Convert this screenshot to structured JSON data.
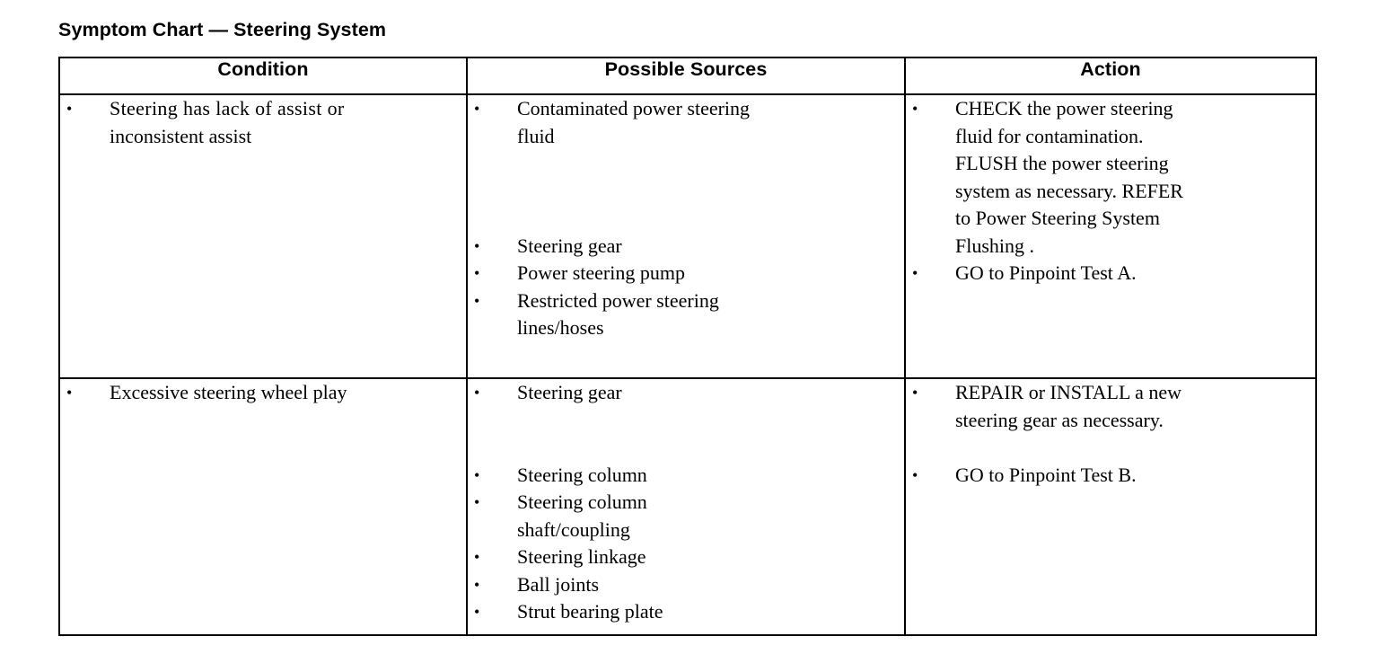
{
  "page": {
    "title": "Symptom Chart — Steering System",
    "background_color": "#ffffff",
    "text_color": "#000000",
    "border_color": "#000000"
  },
  "table": {
    "columns": [
      {
        "key": "condition",
        "header": "Condition"
      },
      {
        "key": "sources",
        "header": "Possible Sources"
      },
      {
        "key": "action",
        "header": "Action"
      }
    ],
    "rows": [
      {
        "condition": [
          {
            "lines": [
              "Steering has lack of assist or",
              "inconsistent assist"
            ]
          }
        ],
        "sources": [
          {
            "lines": [
              "Contaminated power steering",
              "fluid"
            ]
          },
          {
            "lines": [
              "Steering gear"
            ],
            "gap": 3
          },
          {
            "lines": [
              "Power steering pump"
            ]
          },
          {
            "lines": [
              "Restricted power steering",
              "lines/hoses"
            ]
          }
        ],
        "action": [
          {
            "lines": [
              "CHECK the power steering",
              "fluid for contamination.",
              "FLUSH the power steering",
              "system as necessary. REFER",
              "to Power Steering System",
              "Flushing ."
            ]
          },
          {
            "lines": [
              "GO to Pinpoint Test A."
            ]
          }
        ]
      },
      {
        "condition": [
          {
            "lines": [
              "Excessive steering wheel play"
            ]
          }
        ],
        "sources": [
          {
            "lines": [
              "Steering gear"
            ]
          },
          {
            "lines": [
              "Steering column"
            ],
            "gap": 2
          },
          {
            "lines": [
              "Steering column",
              "shaft/coupling"
            ]
          },
          {
            "lines": [
              "Steering linkage"
            ]
          },
          {
            "lines": [
              "Ball joints"
            ]
          },
          {
            "lines": [
              "Strut bearing plate"
            ]
          }
        ],
        "action": [
          {
            "lines": [
              "REPAIR or INSTALL a new",
              "steering gear as necessary."
            ]
          },
          {
            "lines": [
              "GO to Pinpoint Test B."
            ],
            "gap": 1
          }
        ]
      }
    ]
  }
}
